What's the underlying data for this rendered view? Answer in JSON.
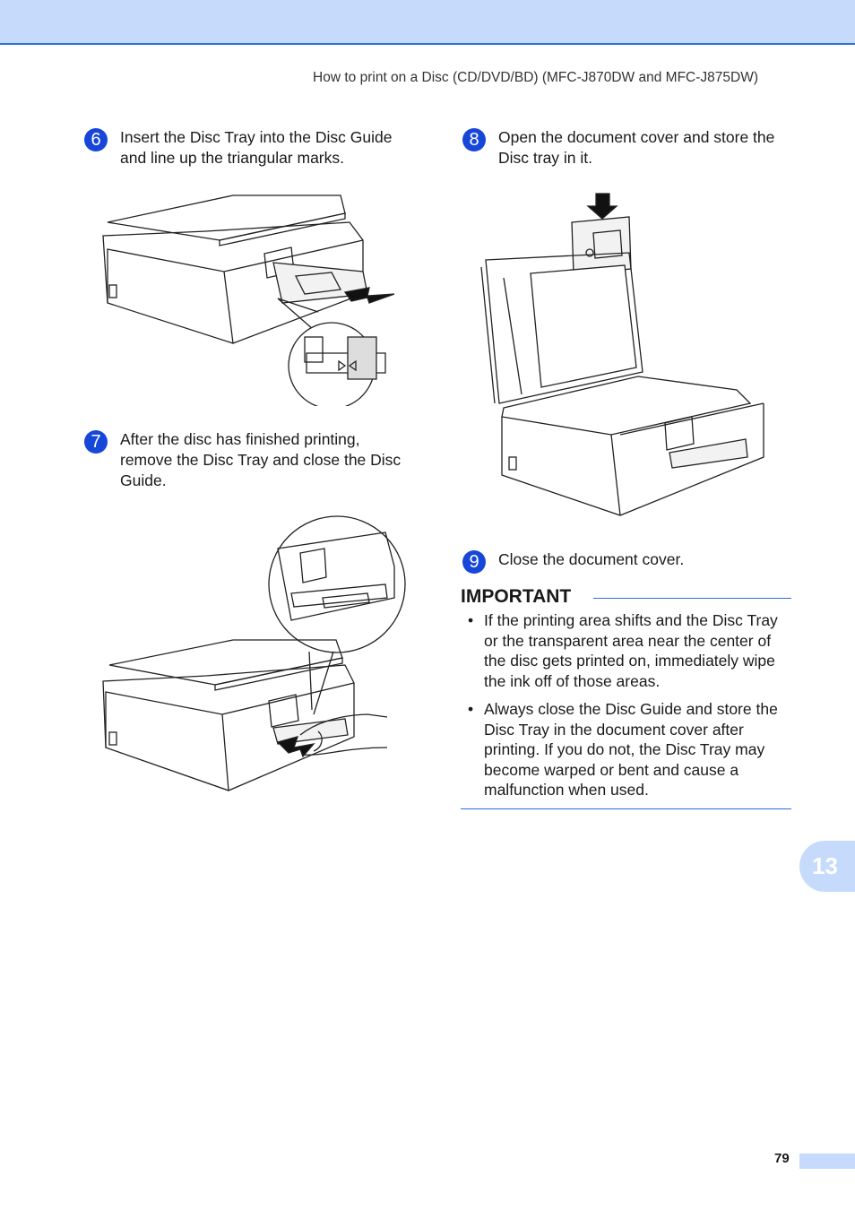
{
  "header": {
    "running_title": "How to print on a Disc (CD/DVD/BD) (MFC-J870DW and MFC-J875DW)"
  },
  "steps": [
    {
      "number": "6",
      "text_lines": [
        "Insert the Disc Tray into the Disc Guide",
        "and line up the triangular marks."
      ]
    },
    {
      "number": "7",
      "text_lines": [
        "After the disc has finished printing,",
        "remove the Disc Tray and close the Disc",
        "Guide."
      ]
    },
    {
      "number": "8",
      "text_lines": [
        "Open the document cover and store the",
        "Disc tray in it."
      ]
    },
    {
      "number": "9",
      "text_lines": [
        "Close the document cover."
      ]
    }
  ],
  "important": {
    "title": "IMPORTANT",
    "bullet_symbol": "•",
    "bullets": [
      "If the printing area shifts and the Disc Tray or the transparent area near the center of the disc gets printed on, immediately wipe the ink off of those areas.",
      "Always close the Disc Guide and store the Disc Tray in the document cover after printing. If you do not, the Disc Tray may become warped or bent and cause a malfunction when used."
    ]
  },
  "chapter_tab": "13",
  "page_number": "79",
  "colors": {
    "accent_band": "#c6dafc",
    "rule_blue": "#2f6fd6",
    "badge_blue": "#1747d8"
  },
  "icons": [
    "printer-illustration",
    "zoom-callout",
    "push-arrow-icon",
    "down-arrow-icon",
    "hand-illustration"
  ]
}
